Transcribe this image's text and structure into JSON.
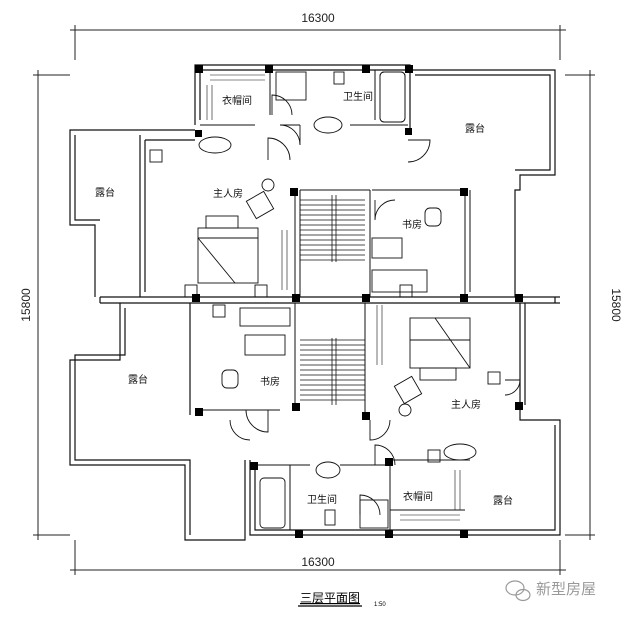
{
  "dimensions": {
    "top_width": "16300",
    "bottom_width": "16300",
    "left_height": "15800",
    "right_height": "15800"
  },
  "rooms": {
    "walkin_closet_top": "衣帽间",
    "bathroom_top": "卫生间",
    "terrace_top_right": "露台",
    "terrace_left": "露台",
    "master_bedroom_top": "主人房",
    "study_top": "书房",
    "terrace_bottom_left": "露台",
    "study_bottom": "书房",
    "master_bedroom_bottom": "主人房",
    "bathroom_bottom": "卫生间",
    "walkin_closet_bottom": "衣帽间",
    "terrace_bottom_right": "露台"
  },
  "title": "三层平面图",
  "scale": "1:50",
  "watermark": "新型房屋",
  "colors": {
    "line": "#111111",
    "column": "#000000",
    "watermark": "#9a9a9a"
  }
}
